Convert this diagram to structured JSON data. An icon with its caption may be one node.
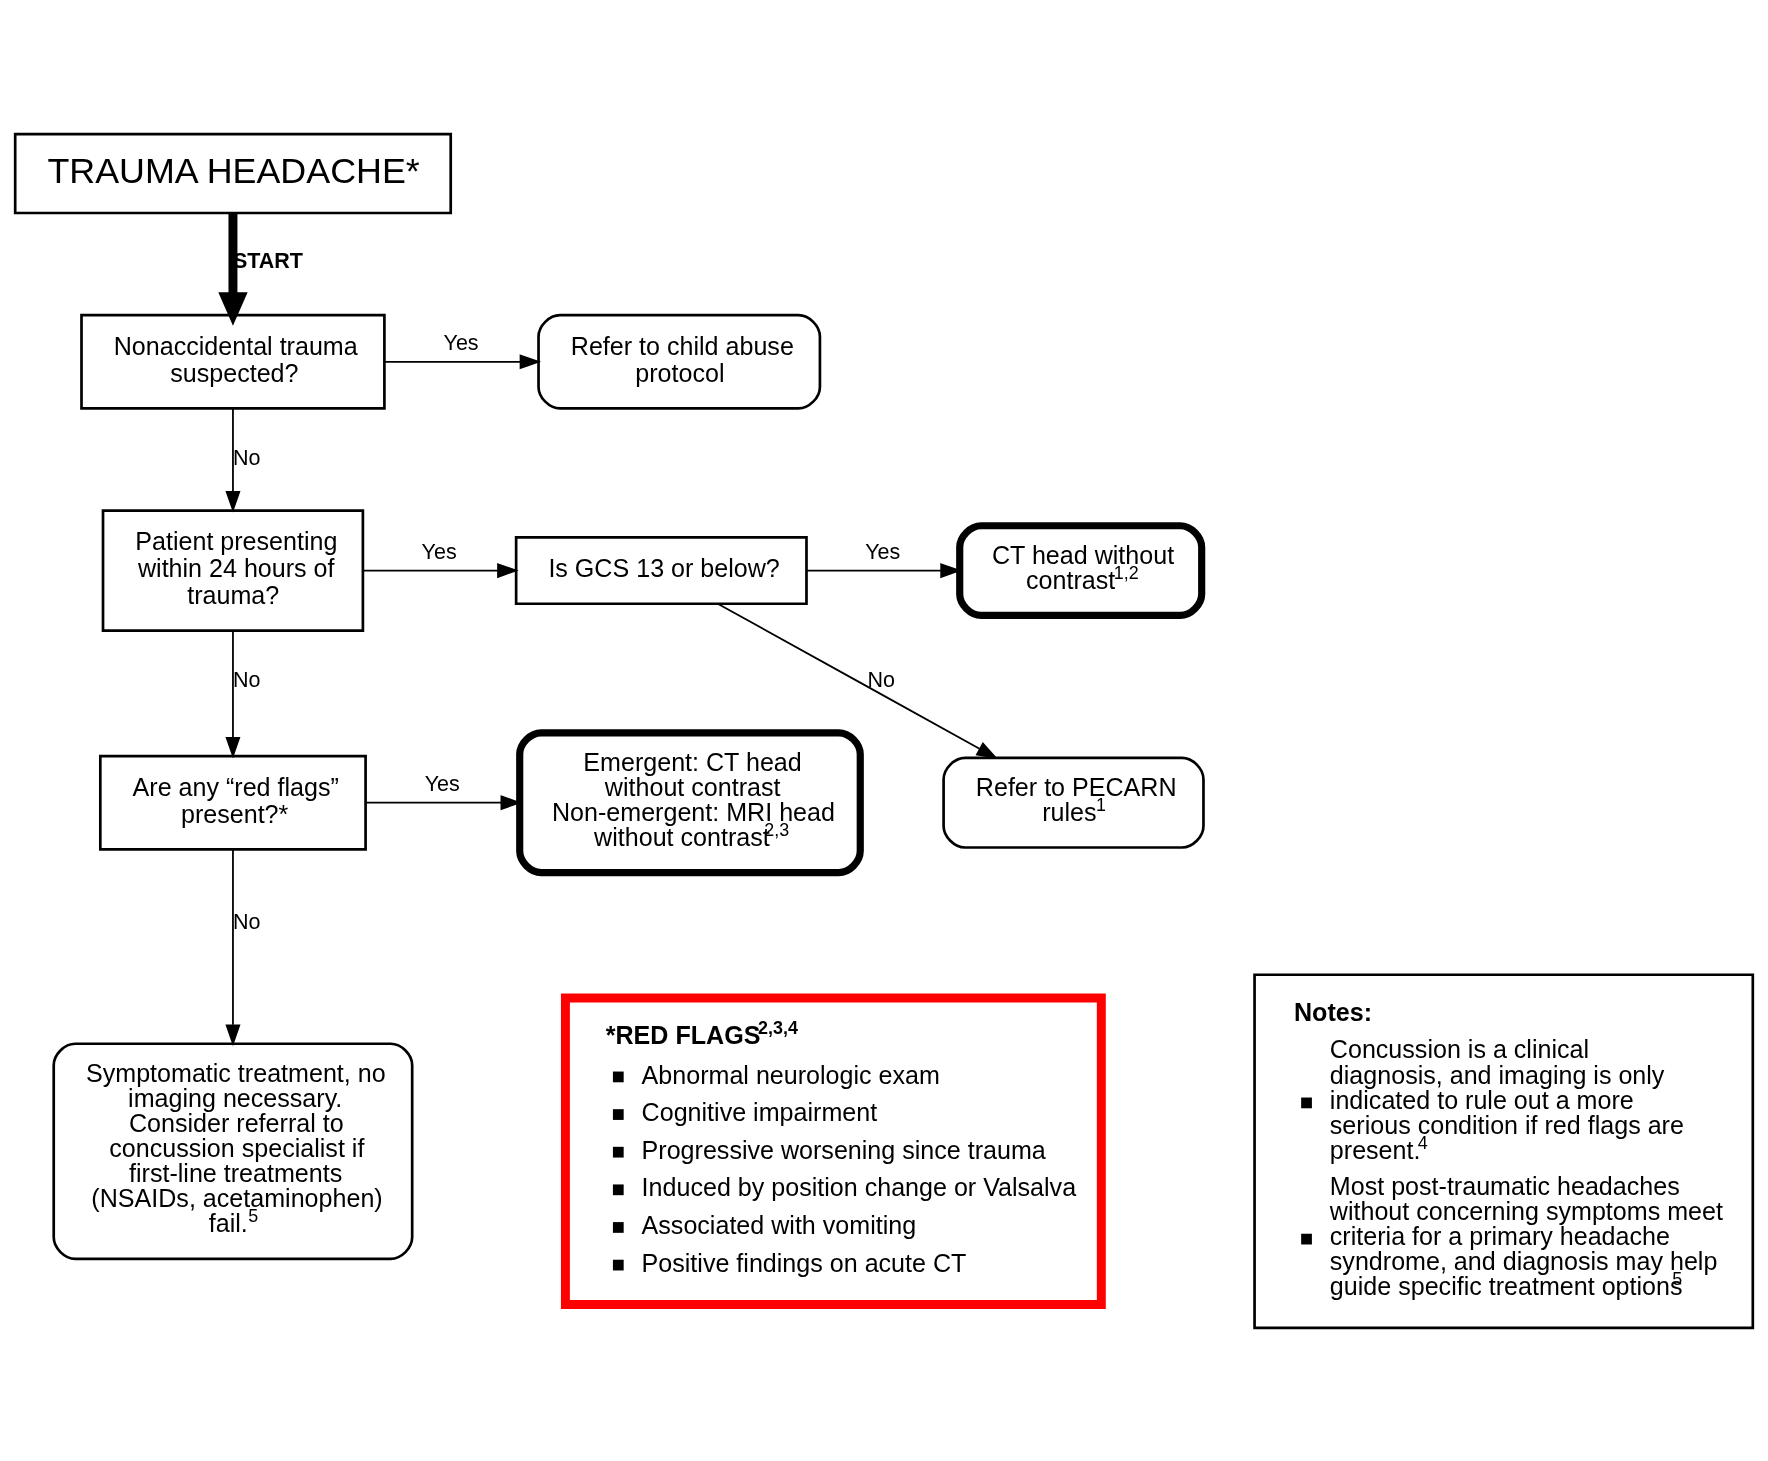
{
  "diagram": {
    "nodes": [
      {
        "text": [
          "TRAUMA HEADACHE*"
        ]
      },
      {
        "text": [
          "Nonaccidental trauma suspected?"
        ]
      },
      {
        "text": [
          "Refer to child abuse protocol"
        ]
      },
      {
        "text": [
          "Patient presenting within 24 hours of trauma?"
        ]
      },
      {
        "text": [
          "Is GCS 13 or below?"
        ]
      },
      {
        "text": [
          "Refer to PECARN rules$^{1}$"
        ]
      },
      {
        "text": [
          "CT head without contrast$^{1,2}$"
        ]
      },
      {
        "text": [
          "Are any “red flags” present?*"
        ]
      },
      {
        "text": [
          "Emergent: CT head without contrast",
          "Non-emergent: MRI head without contrast$^{2,3}$"
        ]
      },
      {
        "text": [
          "Symptomatic treatment, no imaging necessary. Consider referral to concussion specialist if first-line treatments (NSAIDs, acetaminophen) fail.$^{5}$"
        ]
      },
      {
        "text": [
          "*RED FLAGS$^{2,3,4}$",
          "Abnormal neurologic exam",
          "Cognitive impairment",
          "Progressive worsening since trauma",
          "Induced by position change or Valsalva",
          "Associated with vomiting",
          "Positive findings on acute CT"
        ]
      },
      {
        "text": [
          "Notes:",
          "Concussion is a clinical diagnosis, and imaging is only indicated to rule out a more serious condition if red flags are present.$^{4}$",
          "Most post-traumatic headaches without concerning symptoms meet criteria for a primary headache syndrome, and diagnosis may help guide specific treatment options$^{5}$"
        ]
      }
    ],
    "edges": [
      {
        "from": 0,
        "to": 1,
        "arrow": "to",
        "label": "START",
        "style": "thick"
      },
      {
        "from": 1,
        "to": 2,
        "arrow": "to",
        "label": "Yes"
      },
      {
        "from": 1,
        "to": 3,
        "arrow": "to",
        "label": "No"
      },
      {
        "from": 3,
        "to": 4,
        "arrow": "to",
        "label": "Yes"
      },
      {
        "from": 4,
        "to": 5,
        "arrow": "to",
        "label": "No"
      },
      {
        "from": 4,
        "to": 6,
        "arrow": "to",
        "label": "Yes"
      },
      {
        "from": 3,
        "to": 7,
        "arrow": "to",
        "label": "No"
      },
      {
        "from": 7,
        "to": 8,
        "arrow": "to",
        "label": "Yes"
      },
      {
        "from": 7,
        "to": 9,
        "arrow": "to",
        "label": "No"
      }
    ]
  }
}
